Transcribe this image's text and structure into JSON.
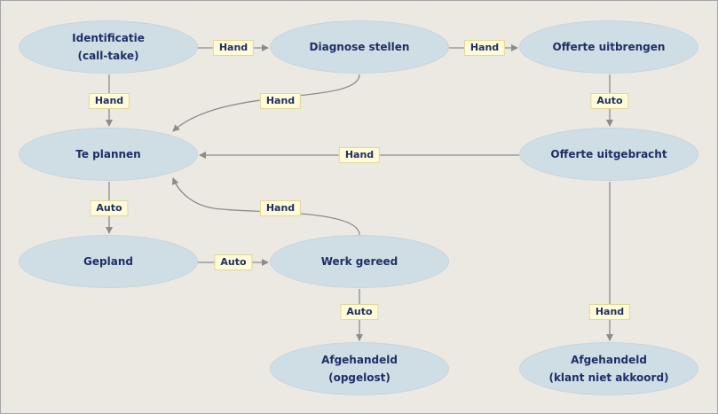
{
  "nodes": {
    "identificatie": [
      "Identificatie",
      "(call-take)"
    ],
    "diagnose": [
      "Diagnose stellen"
    ],
    "offerte_uitbrengen": [
      "Offerte uitbrengen"
    ],
    "te_plannen": [
      "Te plannen"
    ],
    "offerte_uitgebracht": [
      "Offerte uitgebracht"
    ],
    "gepland": [
      "Gepland"
    ],
    "werk_gereed": [
      "Werk gereed"
    ],
    "afgehandeld_opgelost": [
      "Afgehandeld",
      "(opgelost)"
    ],
    "afgehandeld_niet_akkoord": [
      "Afgehandeld",
      "(klant niet akkoord)"
    ]
  },
  "transitions": [
    {
      "from": "identificatie",
      "to": "diagnose",
      "label": "Hand"
    },
    {
      "from": "diagnose",
      "to": "offerte_uitbrengen",
      "label": "Hand"
    },
    {
      "from": "identificatie",
      "to": "te_plannen",
      "label": "Hand"
    },
    {
      "from": "diagnose",
      "to": "te_plannen",
      "label": "Hand"
    },
    {
      "from": "offerte_uitbrengen",
      "to": "offerte_uitgebracht",
      "label": "Auto"
    },
    {
      "from": "offerte_uitgebracht",
      "to": "te_plannen",
      "label": "Hand"
    },
    {
      "from": "te_plannen",
      "to": "gepland",
      "label": "Auto"
    },
    {
      "from": "werk_gereed",
      "to": "te_plannen",
      "label": "Hand"
    },
    {
      "from": "gepland",
      "to": "werk_gereed",
      "label": "Auto"
    },
    {
      "from": "werk_gereed",
      "to": "afgehandeld_opgelost",
      "label": "Auto"
    },
    {
      "from": "offerte_uitgebracht",
      "to": "afgehandeld_niet_akkoord",
      "label": "Hand"
    }
  ],
  "colors": {
    "background": "#ebe9e2",
    "node_fill": "#cfdde4",
    "node_text": "#1f2f66",
    "label_fill": "#fffbd6",
    "edge": "#8c8c8c"
  }
}
